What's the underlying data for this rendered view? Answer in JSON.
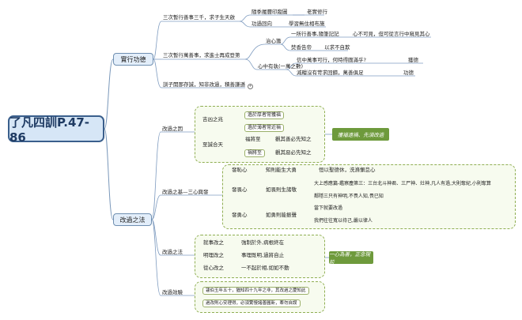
{
  "root": "了凡四訓P.47-86",
  "b1": {
    "label": "實行功德",
    "c1": {
      "label": "三次暫行善事三千，求子生天啟",
      "a": "隨季履曆印蹤圖",
      "a2": "老實修行",
      "b": "功過回向",
      "b2": "學習無住相布施"
    },
    "c2": {
      "label": "三次暫行萬善事，求進士再成登第",
      "s1": {
        "label": "治心籌",
        "i1": "一所行善事,隨筆記記",
        "i1b": "心不可見，但可從言行中窺見其心",
        "i2": "焚香告帝",
        "i2b": "以求不自欺"
      },
      "s2": {
        "label": "心中有執(一萬之數)",
        "i1": "信中萬事可行，何時得圓滿乎?",
        "i1b": "獲德",
        "i2": "減糧沒有苛求回饋，萬善俱足",
        "i2b": "功德"
      }
    },
    "c3": "訓子開那存誠，知非改過，積善謙遜"
  },
  "b2": {
    "label": "改過之法",
    "g1": {
      "label": "改過之因",
      "s1": "吉凶之兆",
      "s1a": "過於厚者常獲福",
      "s1b": "過於薄者常近禍",
      "s2": "至誠合天",
      "s2a": "福將至",
      "s2a2": "觀其善必先知之",
      "s2b": "禍將至",
      "s2b2": "觀其惡必先知之",
      "tag": "獲福遠禍、先須改過"
    },
    "g2": {
      "label": "改過之基—三心興發",
      "s1": "發恥心",
      "s1a": "知則能生大勇",
      "s1b": "恒以聖德休，洗滌懈怠心",
      "s2": "發畏心",
      "s2a": "如畏則生諸敬",
      "s2b1": "大上感應篇-鑑察塵第三：三台北斗神君、三尸神、灶神,凡人有過,大則奪紀,小則奪算",
      "s2b2": "鄰隱三只有神明,不畏人知,畏已知",
      "s3": "發勇心",
      "s3a": "如勇則能振聲",
      "s3b1": "當下就要改過",
      "s3b2": "我們往往寬以待己,嚴以律人"
    },
    "g3": {
      "label": "改過之法",
      "s1": "就事改之",
      "s1b": "強制於外,病根終在",
      "s2": "明理改之",
      "s2b": "事理既明,過將自止",
      "s3": "從心改之",
      "s3b": "一不起於相,如如不動",
      "tag": "一心為善，正念現前"
    },
    "g4": {
      "label": "改過效驗",
      "i1": "蘧伯玉年五十，猶知四十九年之非，其改過之慶知此",
      "i2": "過改則心安理得，必須驚慢諸善圓新，牽勿自誤"
    }
  }
}
